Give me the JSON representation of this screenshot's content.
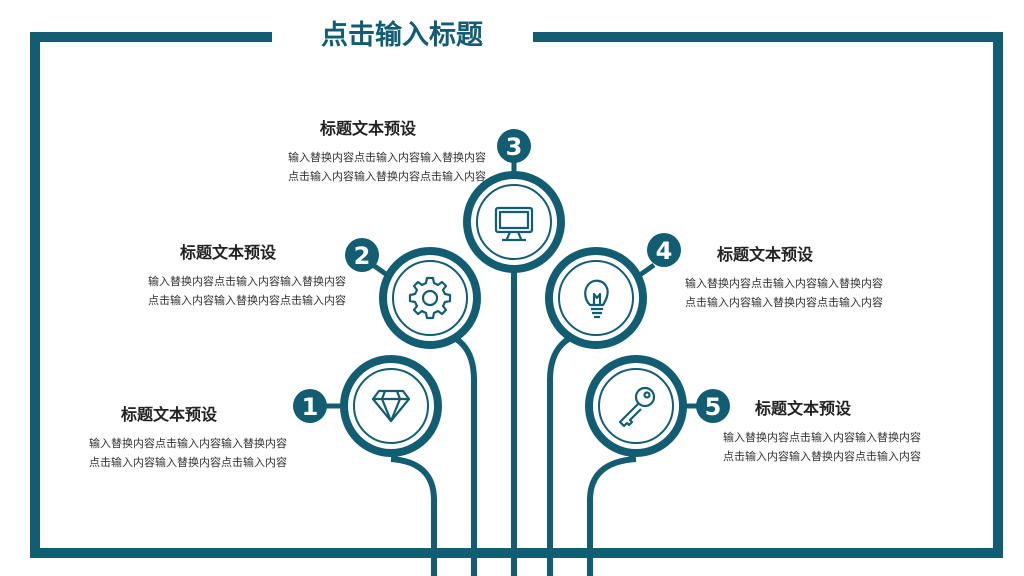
{
  "title": "点击输入标题",
  "colors": {
    "primary": "#135d72",
    "text": "#222222",
    "body": "#333333"
  },
  "items": [
    {
      "number": "1",
      "icon": "diamond-icon",
      "heading": "标题文本预设",
      "body": "输入替换内容点击输入内容输入替换内容点击输入内容输入替换内容点击输入内容"
    },
    {
      "number": "2",
      "icon": "gear-icon",
      "heading": "标题文本预设",
      "body": "输入替换内容点击输入内容输入替换内容点击输入内容输入替换内容点击输入内容"
    },
    {
      "number": "3",
      "icon": "monitor-icon",
      "heading": "标题文本预设",
      "body": "输入替换内容点击输入内容输入替换内容点击输入内容输入替换内容点击输入内容"
    },
    {
      "number": "4",
      "icon": "lightbulb-icon",
      "heading": "标题文本预设",
      "body": "输入替换内容点击输入内容输入替换内容点击输入内容输入替换内容点击输入内容"
    },
    {
      "number": "5",
      "icon": "key-icon",
      "heading": "标题文本预设",
      "body": "输入替换内容点击输入内容输入替换内容点击输入内容输入替换内容点击输入内容"
    }
  ]
}
